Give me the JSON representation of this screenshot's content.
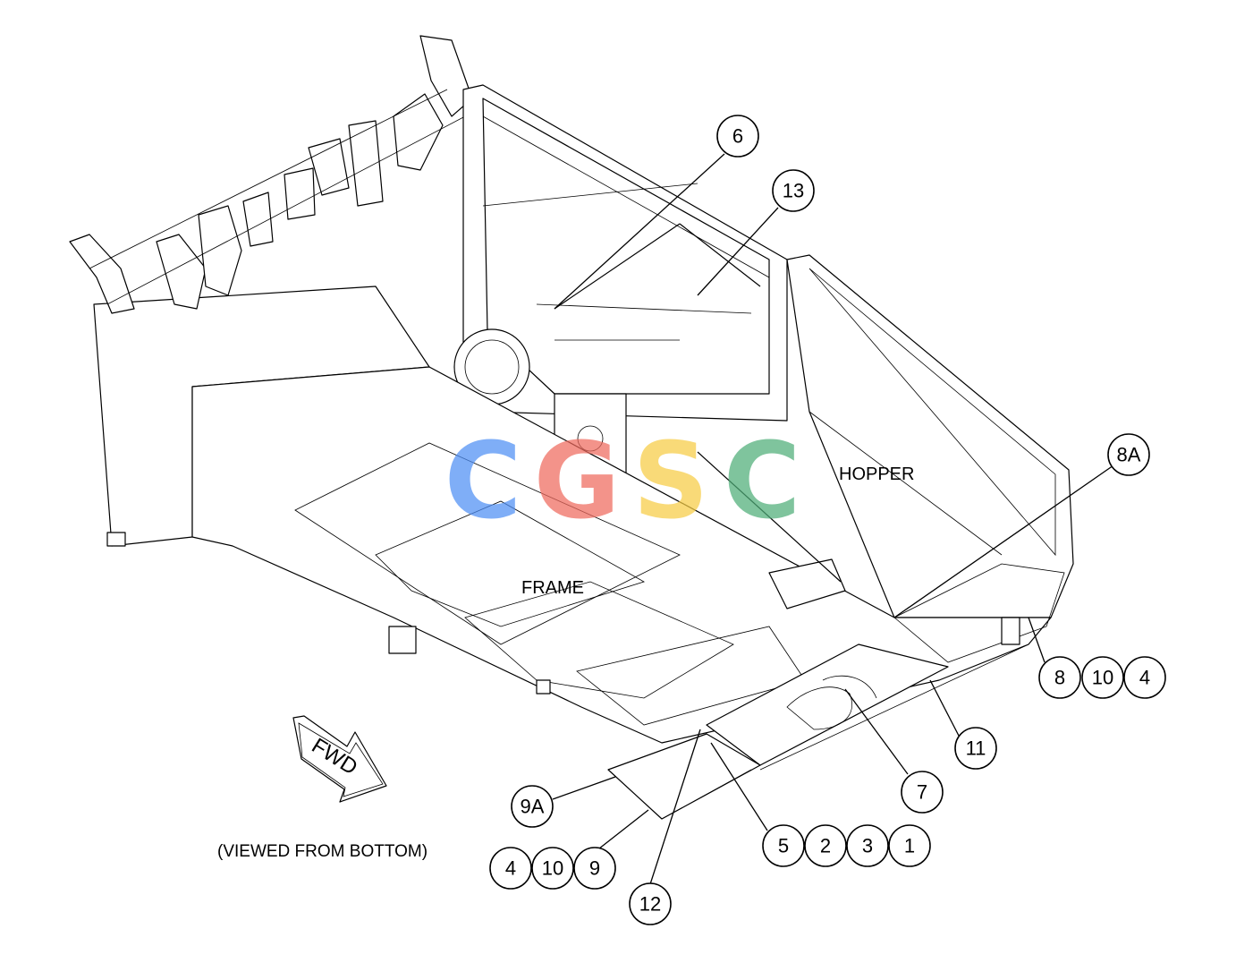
{
  "diagram": {
    "labels": {
      "hopper": "HOPPER",
      "frame": "FRAME",
      "view_note": "(VIEWED FROM BOTTOM)",
      "fwd": "FWD"
    },
    "callouts": {
      "c6": "6",
      "c13": "13",
      "c8A": "8A",
      "c8": "8",
      "c10a": "10",
      "c4a": "4",
      "c11": "11",
      "c7": "7",
      "c5": "5",
      "c2": "2",
      "c3": "3",
      "c1": "1",
      "c9A": "9A",
      "c4b": "4",
      "c10b": "10",
      "c9": "9",
      "c12": "12"
    },
    "watermark": {
      "letters": [
        "C",
        "G",
        "S",
        "C"
      ],
      "colors": [
        "#4f8ff5",
        "#ef6a5e",
        "#f7cd45",
        "#4eae78"
      ]
    }
  }
}
